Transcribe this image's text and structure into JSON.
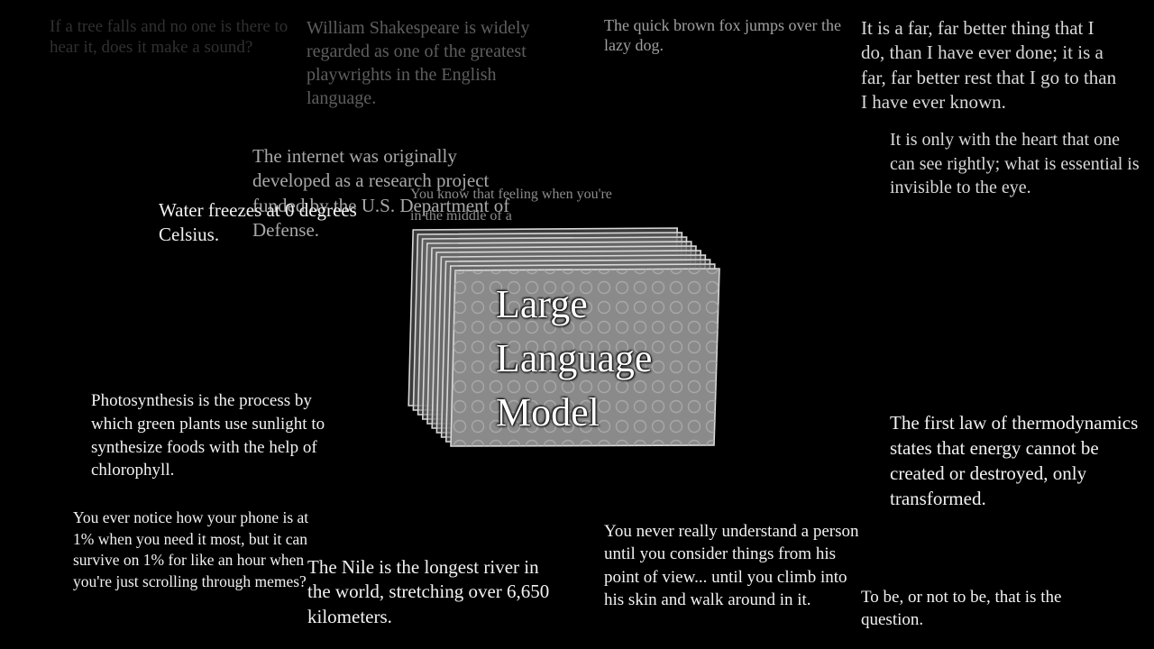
{
  "model_label": [
    "Large",
    "Language",
    "Model"
  ],
  "snippets": {
    "tree": "If a tree falls and no one is there to hear it, does it make a sound?",
    "shakespeare": "William Shakespeare is widely regarded as one of the greatest playwrights in the English language.",
    "fox": "The quick brown fox jumps over the lazy dog.",
    "farbetter": "It is a far, far better thing that I do, than I have ever done; it is a far, far better rest that I go to than I have ever known.",
    "heart": "It is only with the heart that one can see rightly; what is essential is invisible to the eye.",
    "internet": "The internet was originally developed as a research project funded by the U.S. Department of Defense.",
    "water": "Water freezes at 0 degrees Celsius.",
    "feeling": "You know that feeling when you're in the middle of a",
    "photosynthesis": "Photosynthesis is the process by which green plants use sunlight to synthesize foods with the help of chlorophyll.",
    "thermo": "The first law of thermodynamics states that energy cannot be created or destroyed, only transformed.",
    "phone": "You ever notice how your phone is at 1% when you need it most, but it can survive on 1% for like an hour when you're just scrolling through memes?",
    "nile": "The Nile is the longest river in the world, stretching over 6,650 kilometers.",
    "understand": "You never really understand a person until you consider things from his point of view... until you climb into his skin and walk around in it.",
    "tobe": "To be, or not to be, that is the question."
  },
  "colors": {
    "background": "#000000",
    "card_face": "#8a8a8a",
    "card_edge": "#d8d8d8"
  }
}
